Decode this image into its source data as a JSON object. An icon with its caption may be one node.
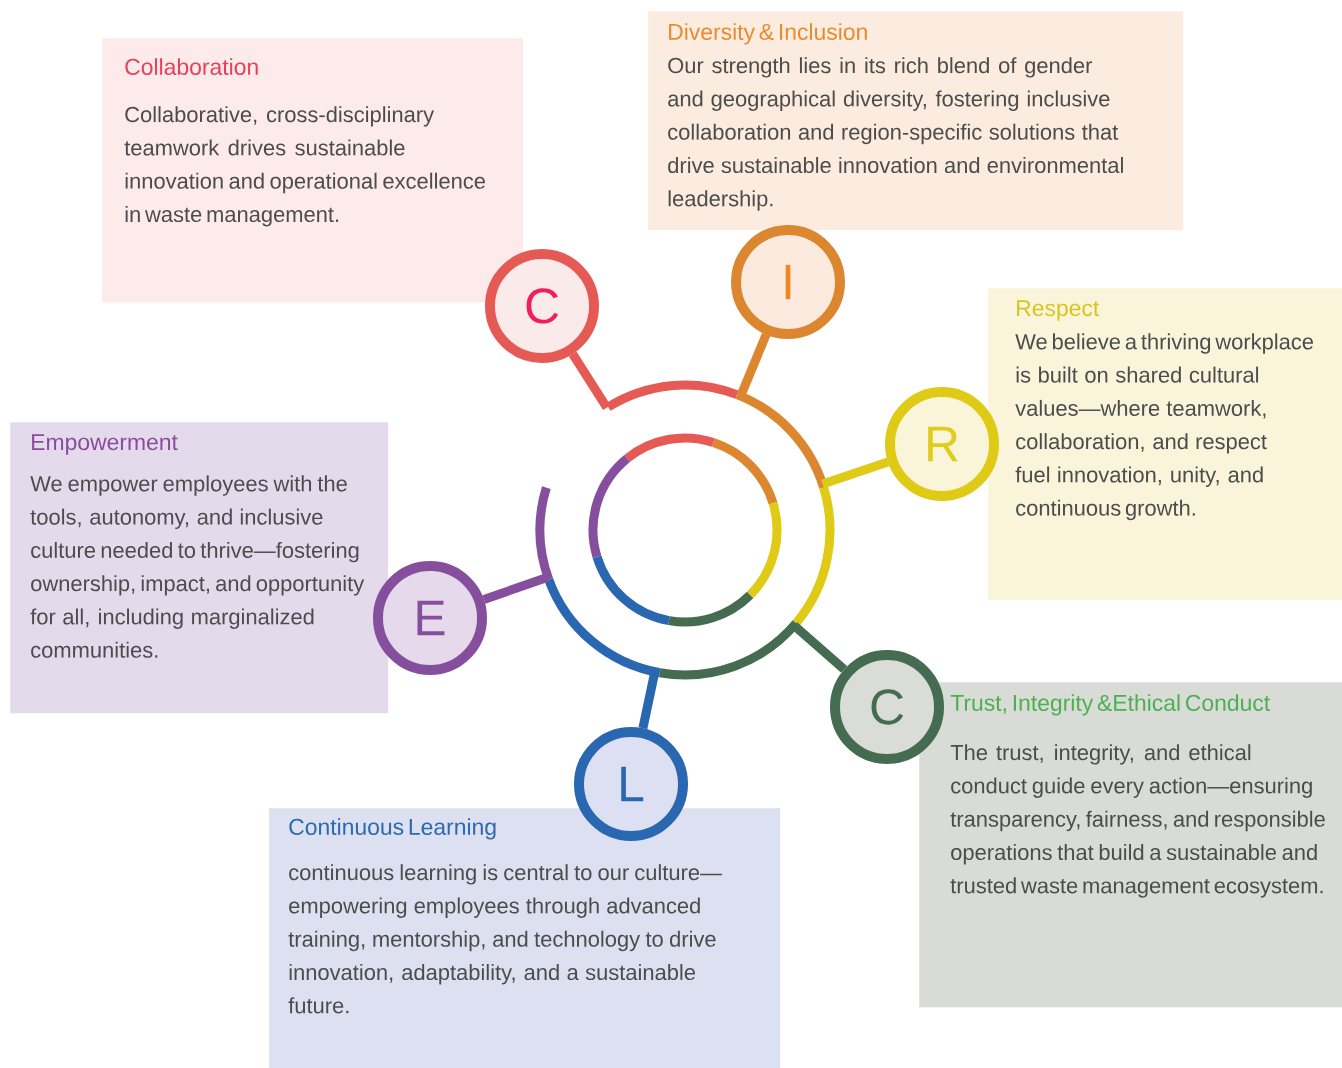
{
  "diagram": {
    "nodes": [
      {
        "text": [
          "Collaboration",
          "Collaborative, cross-disciplinary teamwork drives sustainable innovation and operational excellence in waste management."
        ]
      },
      {
        "text": [
          "Diversity & Inclusion",
          "Our strength lies in its rich blend of gender and geographical diversity, fostering inclusive collaboration and region-specific solutions that drive sustainable innovation and environmental leadership."
        ]
      },
      {
        "text": [
          "Respect",
          "We believe a thriving workplace is built on shared cultural values—where teamwork, collaboration, and respect fuel innovation, unity, and continuous growth."
        ]
      },
      {
        "text": [
          "Empowerment",
          "We empower employees with the tools, autonomy, and inclusive culture needed to thrive—fostering ownership, impact, and opportunity for all, including marginalized communities."
        ]
      },
      {
        "text": [
          "Trust, Integrity &Ethical Conduct",
          "The trust, integrity, and ethical conduct guide every action—ensuring transparency, fairness, and responsible operations that build a sustainable and trusted waste management ecosystem."
        ]
      },
      {
        "text": [
          "Continuous Learning",
          "continuous learning is central to our culture—empowering employees through advanced training, mentorship, and technology to drive innovation, adaptability, and a sustainable future."
        ]
      },
      {
        "text": [
          "C"
        ]
      },
      {
        "text": [
          "I"
        ]
      },
      {
        "text": [
          "R"
        ]
      },
      {
        "text": [
          "C"
        ]
      },
      {
        "text": [
          "L"
        ]
      },
      {
        "text": [
          "E"
        ]
      },
      {
        "text": [],
        "shape": "circle"
      }
    ],
    "edges": [
      {
        "from": 6,
        "to": 12,
        "arrow": "none",
        "color": "#e55a55"
      },
      {
        "from": 7,
        "to": 12,
        "arrow": "none",
        "color": "#dd8630"
      },
      {
        "from": 8,
        "to": 12,
        "arrow": "none",
        "color": "#dfcb16"
      },
      {
        "from": 9,
        "to": 12,
        "arrow": "none",
        "color": "#456b50"
      },
      {
        "from": 10,
        "to": 12,
        "arrow": "none",
        "color": "#2a67b1"
      },
      {
        "from": 11,
        "to": 12,
        "arrow": "none",
        "color": "#864f9e"
      }
    ]
  }
}
